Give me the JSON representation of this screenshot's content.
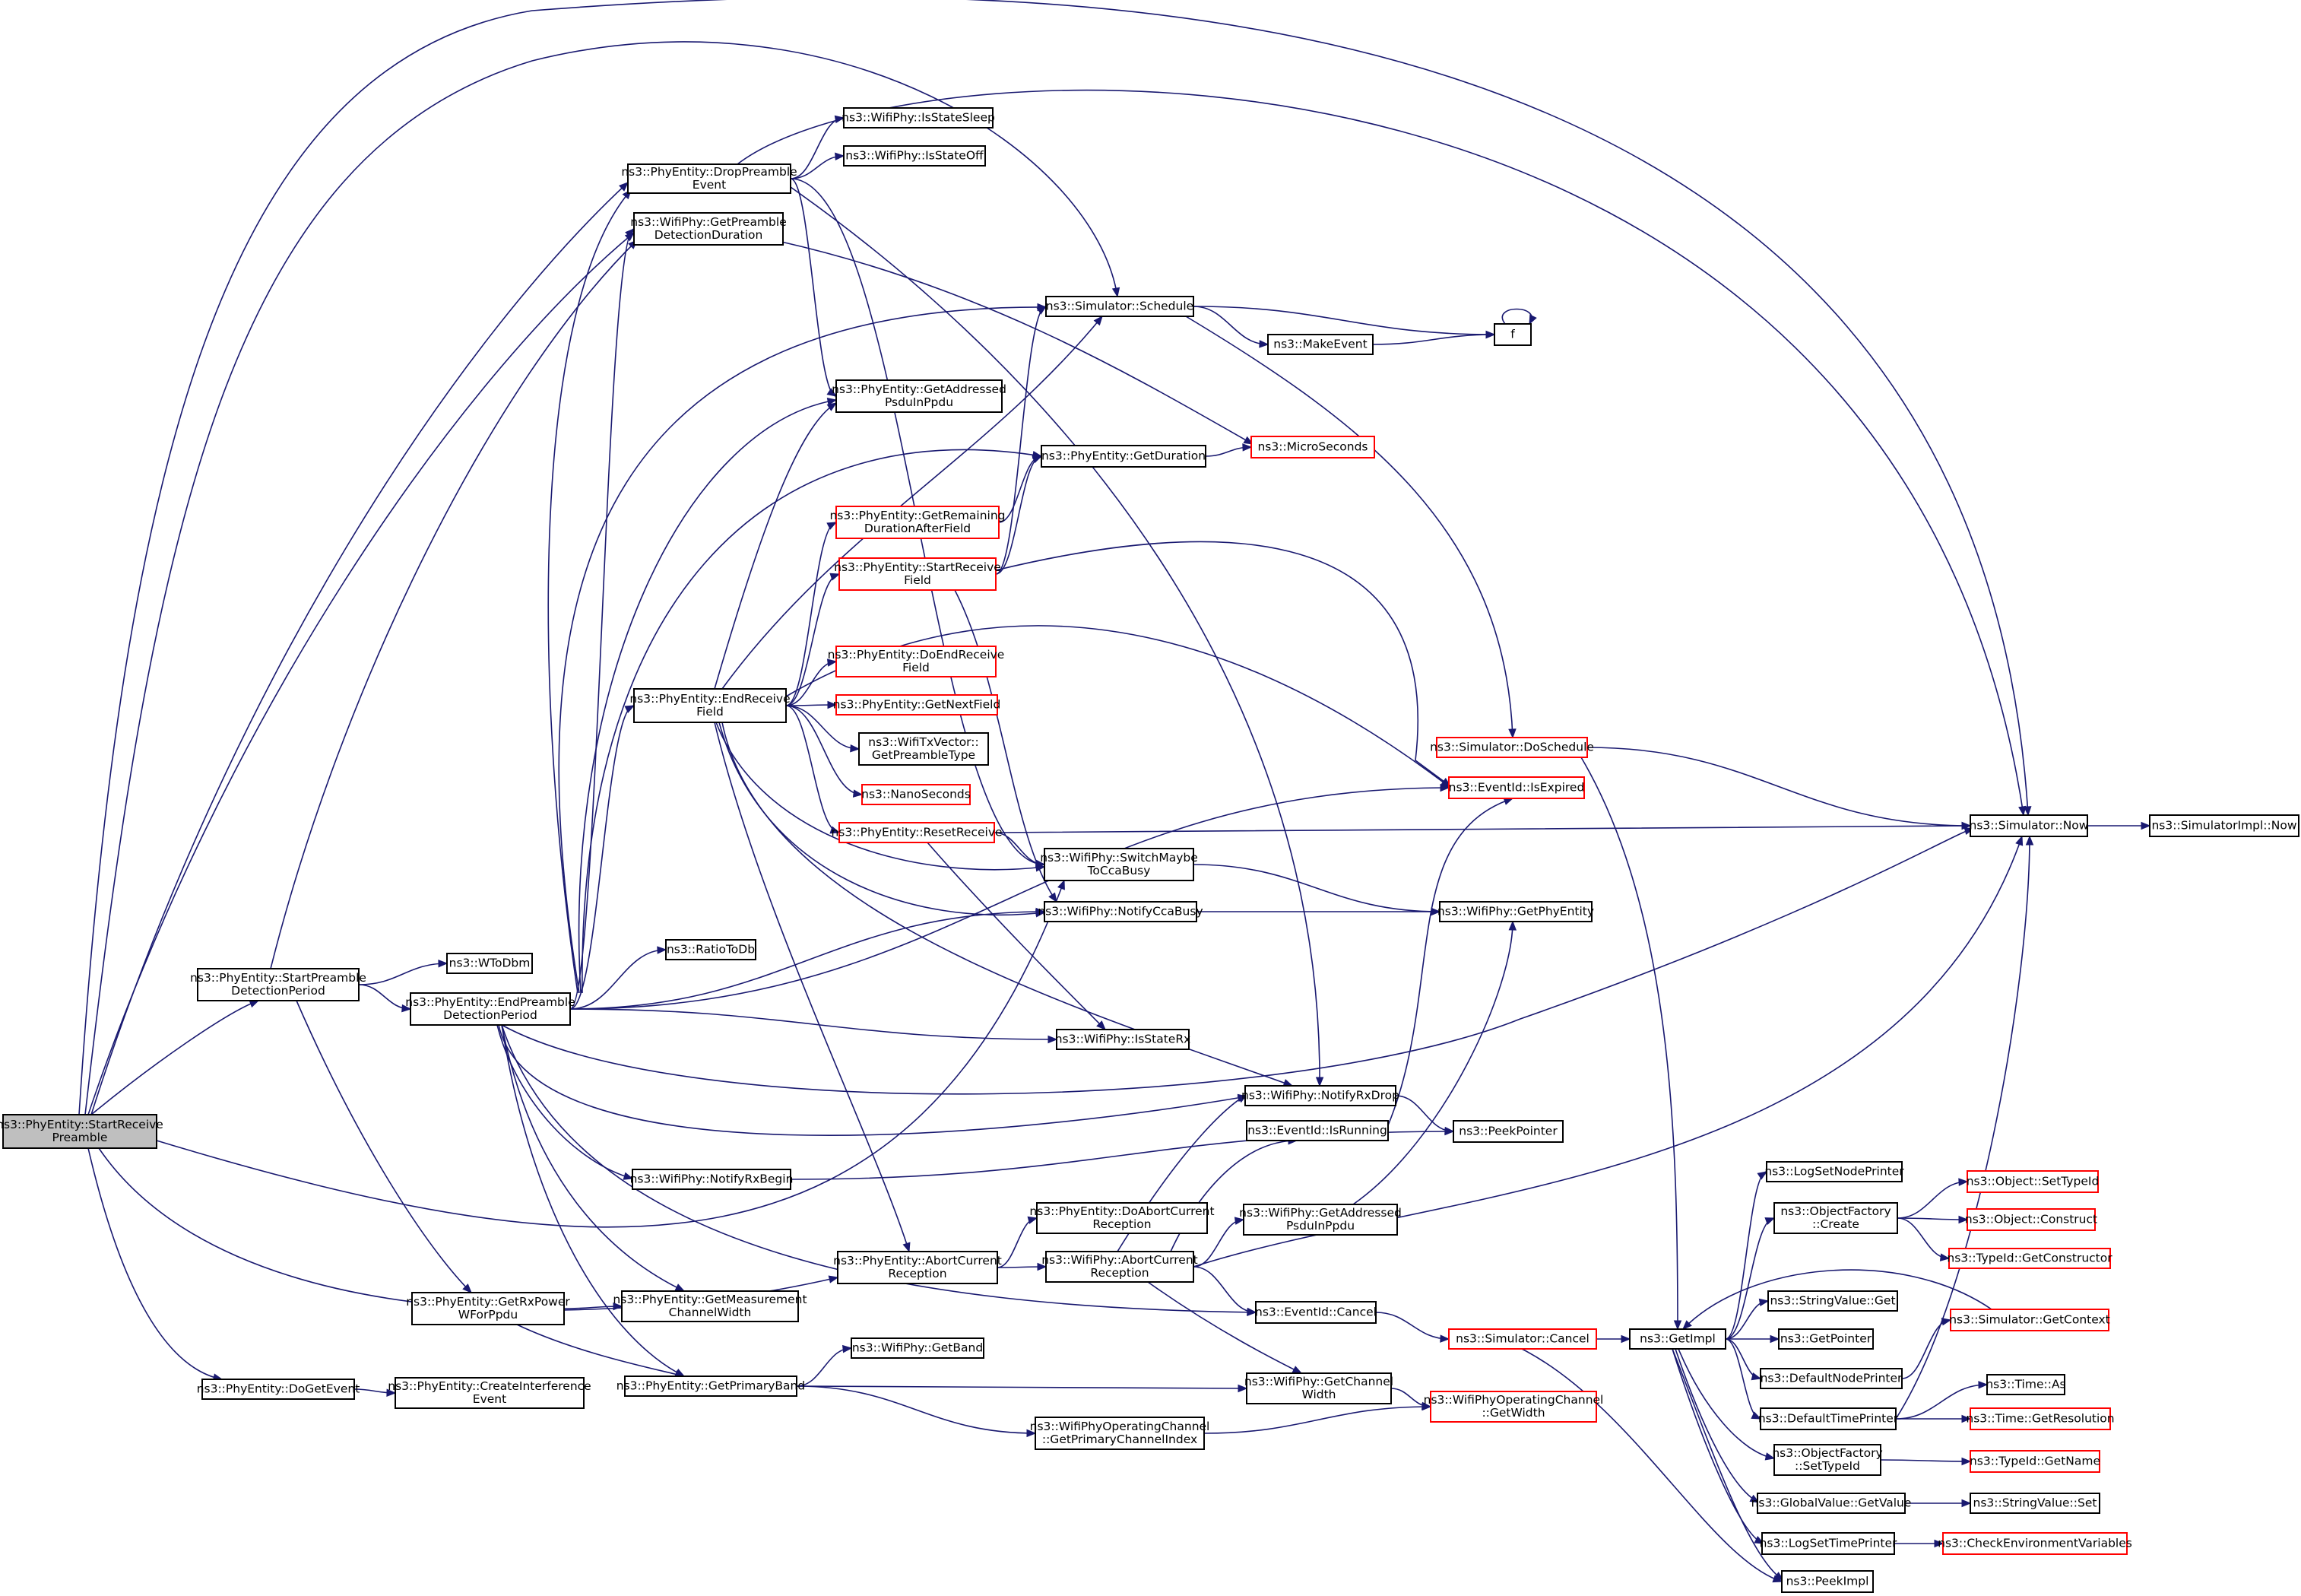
{
  "nodes": [
    {
      "id": "n1",
      "lines": [
        "ns3::PhyEntity::StartReceive",
        "Preamble"
      ],
      "style": "root"
    },
    {
      "id": "n2",
      "lines": [
        "ns3::PhyEntity::DropPreamble",
        "Event"
      ],
      "style": "normal"
    },
    {
      "id": "n3",
      "lines": [
        "ns3::WifiPhy::IsStateSleep"
      ],
      "style": "normal"
    },
    {
      "id": "n4",
      "lines": [
        "ns3::WifiPhy::IsStateOff"
      ],
      "style": "normal"
    },
    {
      "id": "n5",
      "lines": [
        "ns3::WifiPhy::GetPreamble",
        "DetectionDuration"
      ],
      "style": "normal"
    },
    {
      "id": "n6",
      "lines": [
        "ns3::Simulator::Schedule"
      ],
      "style": "normal"
    },
    {
      "id": "n7",
      "lines": [
        "f"
      ],
      "style": "normal"
    },
    {
      "id": "n8",
      "lines": [
        "ns3::MakeEvent"
      ],
      "style": "normal"
    },
    {
      "id": "n9",
      "lines": [
        "ns3::PhyEntity::GetAddressed",
        "PsduInPpdu"
      ],
      "style": "normal"
    },
    {
      "id": "n10",
      "lines": [
        "ns3::MicroSeconds"
      ],
      "style": "red"
    },
    {
      "id": "n11",
      "lines": [
        "ns3::PhyEntity::GetDuration"
      ],
      "style": "normal"
    },
    {
      "id": "n12",
      "lines": [
        "ns3::PhyEntity::GetRemaining",
        "DurationAfterField"
      ],
      "style": "red"
    },
    {
      "id": "n13",
      "lines": [
        "ns3::PhyEntity::StartReceive",
        "Field"
      ],
      "style": "red"
    },
    {
      "id": "n14",
      "lines": [
        "ns3::PhyEntity::DoEndReceive",
        "Field"
      ],
      "style": "red"
    },
    {
      "id": "n15",
      "lines": [
        "ns3::PhyEntity::GetNextField"
      ],
      "style": "red"
    },
    {
      "id": "n16",
      "lines": [
        "ns3::PhyEntity::EndReceive",
        "Field"
      ],
      "style": "normal"
    },
    {
      "id": "n17",
      "lines": [
        "ns3::WifiTxVector::",
        "GetPreambleType"
      ],
      "style": "normal"
    },
    {
      "id": "n18",
      "lines": [
        "ns3::NanoSeconds"
      ],
      "style": "red"
    },
    {
      "id": "n19",
      "lines": [
        "ns3::PhyEntity::ResetReceive"
      ],
      "style": "red"
    },
    {
      "id": "n20",
      "lines": [
        "ns3::WifiPhy::SwitchMaybe",
        "ToCcaBusy"
      ],
      "style": "normal"
    },
    {
      "id": "n21",
      "lines": [
        "ns3::WifiPhy::NotifyCcaBusy"
      ],
      "style": "normal"
    },
    {
      "id": "n22",
      "lines": [
        "ns3::Simulator::DoSchedule"
      ],
      "style": "red"
    },
    {
      "id": "n23",
      "lines": [
        "ns3::EventId::IsExpired"
      ],
      "style": "red"
    },
    {
      "id": "n24",
      "lines": [
        "ns3::Simulator::Now"
      ],
      "style": "normal"
    },
    {
      "id": "n25",
      "lines": [
        "ns3::SimulatorImpl::Now"
      ],
      "style": "normal"
    },
    {
      "id": "n26",
      "lines": [
        "ns3::WifiPhy::GetPhyEntity"
      ],
      "style": "normal"
    },
    {
      "id": "n27",
      "lines": [
        "ns3::PhyEntity::StartPreamble",
        "DetectionPeriod"
      ],
      "style": "normal"
    },
    {
      "id": "n28",
      "lines": [
        "ns3::WToDbm"
      ],
      "style": "normal"
    },
    {
      "id": "n29",
      "lines": [
        "ns3::RatioToDb"
      ],
      "style": "normal"
    },
    {
      "id": "n30",
      "lines": [
        "ns3::PhyEntity::EndPreamble",
        "DetectionPeriod"
      ],
      "style": "normal"
    },
    {
      "id": "n31",
      "lines": [
        "ns3::WifiPhy::IsStateRx"
      ],
      "style": "normal"
    },
    {
      "id": "n32",
      "lines": [
        "ns3::WifiPhy::NotifyRxDrop"
      ],
      "style": "normal"
    },
    {
      "id": "n33",
      "lines": [
        "ns3::EventId::IsRunning"
      ],
      "style": "normal"
    },
    {
      "id": "n34",
      "lines": [
        "ns3::PeekPointer"
      ],
      "style": "normal"
    },
    {
      "id": "n35",
      "lines": [
        "ns3::WifiPhy::NotifyRxBegin"
      ],
      "style": "normal"
    },
    {
      "id": "n36",
      "lines": [
        "ns3::PhyEntity::DoAbortCurrent",
        "Reception"
      ],
      "style": "normal"
    },
    {
      "id": "n37",
      "lines": [
        "ns3::WifiPhy::GetAddressed",
        "PsduInPpdu"
      ],
      "style": "normal"
    },
    {
      "id": "n38",
      "lines": [
        "ns3::PhyEntity::AbortCurrent",
        "Reception"
      ],
      "style": "normal"
    },
    {
      "id": "n39",
      "lines": [
        "ns3::WifiPhy::AbortCurrent",
        "Reception"
      ],
      "style": "normal"
    },
    {
      "id": "n40",
      "lines": [
        "ns3::PhyEntity::GetRxPower",
        "WForPpdu"
      ],
      "style": "normal"
    },
    {
      "id": "n41",
      "lines": [
        "ns3::PhyEntity::GetMeasurement",
        "ChannelWidth"
      ],
      "style": "normal"
    },
    {
      "id": "n42",
      "lines": [
        "ns3::EventId::Cancel"
      ],
      "style": "normal"
    },
    {
      "id": "n43",
      "lines": [
        "ns3::Simulator::Cancel"
      ],
      "style": "red"
    },
    {
      "id": "n44",
      "lines": [
        "ns3::GetImpl"
      ],
      "style": "normal"
    },
    {
      "id": "n45",
      "lines": [
        "ns3::LogSetNodePrinter"
      ],
      "style": "normal"
    },
    {
      "id": "n46",
      "lines": [
        "ns3::ObjectFactory",
        "::Create"
      ],
      "style": "normal"
    },
    {
      "id": "n47",
      "lines": [
        "ns3::Object::SetTypeId"
      ],
      "style": "red"
    },
    {
      "id": "n48",
      "lines": [
        "ns3::Object::Construct"
      ],
      "style": "red"
    },
    {
      "id": "n49",
      "lines": [
        "ns3::TypeId::GetConstructor"
      ],
      "style": "red"
    },
    {
      "id": "n50",
      "lines": [
        "ns3::StringValue::Get"
      ],
      "style": "normal"
    },
    {
      "id": "n51",
      "lines": [
        "ns3::Simulator::GetContext"
      ],
      "style": "red"
    },
    {
      "id": "n52",
      "lines": [
        "ns3::GetPointer"
      ],
      "style": "normal"
    },
    {
      "id": "n53",
      "lines": [
        "ns3::DefaultNodePrinter"
      ],
      "style": "normal"
    },
    {
      "id": "n54",
      "lines": [
        "ns3::Time::As"
      ],
      "style": "normal"
    },
    {
      "id": "n55",
      "lines": [
        "ns3::DefaultTimePrinter"
      ],
      "style": "normal"
    },
    {
      "id": "n56",
      "lines": [
        "ns3::Time::GetResolution"
      ],
      "style": "red"
    },
    {
      "id": "n57",
      "lines": [
        "ns3::ObjectFactory",
        "::SetTypeId"
      ],
      "style": "normal"
    },
    {
      "id": "n58",
      "lines": [
        "ns3::TypeId::GetName"
      ],
      "style": "red"
    },
    {
      "id": "n59",
      "lines": [
        "ns3::GlobalValue::GetValue"
      ],
      "style": "normal"
    },
    {
      "id": "n60",
      "lines": [
        "ns3::StringValue::Set"
      ],
      "style": "normal"
    },
    {
      "id": "n61",
      "lines": [
        "ns3::LogSetTimePrinter"
      ],
      "style": "normal"
    },
    {
      "id": "n62",
      "lines": [
        "ns3::CheckEnvironmentVariables"
      ],
      "style": "red"
    },
    {
      "id": "n63",
      "lines": [
        "ns3::PeekImpl"
      ],
      "style": "normal"
    },
    {
      "id": "n64",
      "lines": [
        "ns3::PhyEntity::DoGetEvent"
      ],
      "style": "normal"
    },
    {
      "id": "n65",
      "lines": [
        "ns3::PhyEntity::CreateInterference",
        "Event"
      ],
      "style": "normal"
    },
    {
      "id": "n66",
      "lines": [
        "ns3::WifiPhy::GetBand"
      ],
      "style": "normal"
    },
    {
      "id": "n67",
      "lines": [
        "ns3::PhyEntity::GetPrimaryBand"
      ],
      "style": "normal"
    },
    {
      "id": "n68",
      "lines": [
        "ns3::WifiPhy::GetChannel",
        "Width"
      ],
      "style": "normal"
    },
    {
      "id": "n69",
      "lines": [
        "ns3::WifiPhyOperatingChannel",
        "::GetWidth"
      ],
      "style": "red"
    },
    {
      "id": "n70",
      "lines": [
        "ns3::WifiPhyOperatingChannel",
        "::GetPrimaryChannelIndex"
      ],
      "style": "normal"
    }
  ],
  "edges": [
    [
      "n1",
      "n2"
    ],
    [
      "n1",
      "n5"
    ],
    [
      "n1",
      "n6"
    ],
    [
      "n1",
      "n24"
    ],
    [
      "n1",
      "n27"
    ],
    [
      "n1",
      "n20"
    ],
    [
      "n1",
      "n38"
    ],
    [
      "n1",
      "n64"
    ],
    [
      "n27",
      "n5"
    ],
    [
      "n27",
      "n28"
    ],
    [
      "n27",
      "n30"
    ],
    [
      "n27",
      "n40"
    ],
    [
      "n2",
      "n3"
    ],
    [
      "n2",
      "n4"
    ],
    [
      "n2",
      "n9"
    ],
    [
      "n2",
      "n24"
    ],
    [
      "n2",
      "n20"
    ],
    [
      "n2",
      "n32"
    ],
    [
      "n5",
      "n10"
    ],
    [
      "n6",
      "n7"
    ],
    [
      "n6",
      "n8"
    ],
    [
      "n6",
      "n22"
    ],
    [
      "n8",
      "n7"
    ],
    [
      "n7",
      "n7"
    ],
    [
      "n11",
      "n10"
    ],
    [
      "n12",
      "n11"
    ],
    [
      "n13",
      "n11"
    ],
    [
      "n13",
      "n6"
    ],
    [
      "n13",
      "n23"
    ],
    [
      "n13",
      "n21"
    ],
    [
      "n16",
      "n6"
    ],
    [
      "n16",
      "n9"
    ],
    [
      "n16",
      "n12"
    ],
    [
      "n16",
      "n13"
    ],
    [
      "n16",
      "n14"
    ],
    [
      "n16",
      "n15"
    ],
    [
      "n16",
      "n17"
    ],
    [
      "n16",
      "n18"
    ],
    [
      "n16",
      "n19"
    ],
    [
      "n16",
      "n20"
    ],
    [
      "n16",
      "n21"
    ],
    [
      "n16",
      "n23"
    ],
    [
      "n16",
      "n32"
    ],
    [
      "n16",
      "n38"
    ],
    [
      "n19",
      "n24"
    ],
    [
      "n19",
      "n20"
    ],
    [
      "n19",
      "n31"
    ],
    [
      "n20",
      "n26"
    ],
    [
      "n21",
      "n26"
    ],
    [
      "n22",
      "n24"
    ],
    [
      "n22",
      "n44"
    ],
    [
      "n24",
      "n25"
    ],
    [
      "n24",
      "n24"
    ],
    [
      "n30",
      "n2"
    ],
    [
      "n30",
      "n5"
    ],
    [
      "n30",
      "n6"
    ],
    [
      "n30",
      "n9"
    ],
    [
      "n30",
      "n11"
    ],
    [
      "n30",
      "n16"
    ],
    [
      "n30",
      "n29"
    ],
    [
      "n30",
      "n21"
    ],
    [
      "n30",
      "n23"
    ],
    [
      "n30",
      "n31"
    ],
    [
      "n30",
      "n24"
    ],
    [
      "n30",
      "n32"
    ],
    [
      "n30",
      "n35"
    ],
    [
      "n30",
      "n41"
    ],
    [
      "n30",
      "n67"
    ],
    [
      "n30",
      "n42"
    ],
    [
      "n32",
      "n34"
    ],
    [
      "n33",
      "n23"
    ],
    [
      "n35",
      "n34"
    ],
    [
      "n38",
      "n36"
    ],
    [
      "n38",
      "n39"
    ],
    [
      "n39",
      "n32"
    ],
    [
      "n39",
      "n33"
    ],
    [
      "n39",
      "n37"
    ],
    [
      "n39",
      "n42"
    ],
    [
      "n39",
      "n68"
    ],
    [
      "n39",
      "n24"
    ],
    [
      "n37",
      "n26"
    ],
    [
      "n40",
      "n41"
    ],
    [
      "n40",
      "n67"
    ],
    [
      "n42",
      "n43"
    ],
    [
      "n43",
      "n44"
    ],
    [
      "n43",
      "n63"
    ],
    [
      "n44",
      "n45"
    ],
    [
      "n44",
      "n46"
    ],
    [
      "n44",
      "n50"
    ],
    [
      "n44",
      "n52"
    ],
    [
      "n44",
      "n53"
    ],
    [
      "n44",
      "n55"
    ],
    [
      "n44",
      "n57"
    ],
    [
      "n44",
      "n59"
    ],
    [
      "n44",
      "n61"
    ],
    [
      "n44",
      "n63"
    ],
    [
      "n46",
      "n47"
    ],
    [
      "n46",
      "n48"
    ],
    [
      "n46",
      "n49"
    ],
    [
      "n51",
      "n44"
    ],
    [
      "n53",
      "n51"
    ],
    [
      "n55",
      "n54"
    ],
    [
      "n55",
      "n56"
    ],
    [
      "n55",
      "n24"
    ],
    [
      "n57",
      "n58"
    ],
    [
      "n59",
      "n60"
    ],
    [
      "n61",
      "n62"
    ],
    [
      "n64",
      "n65"
    ],
    [
      "n67",
      "n66"
    ],
    [
      "n67",
      "n68"
    ],
    [
      "n67",
      "n70"
    ],
    [
      "n68",
      "n69"
    ],
    [
      "n70",
      "n69"
    ]
  ]
}
